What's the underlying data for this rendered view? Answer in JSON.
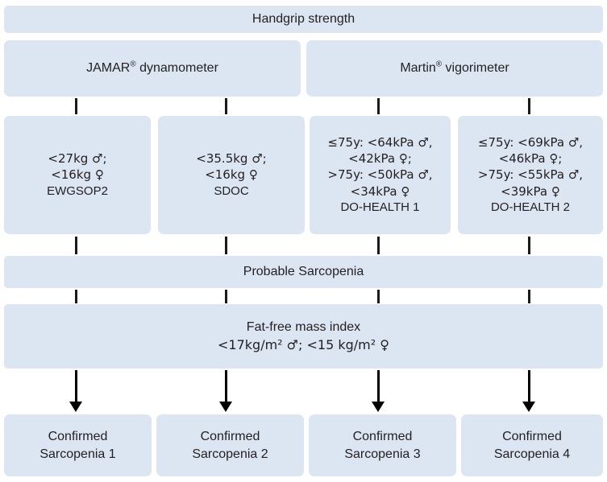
{
  "diagram": {
    "title": "Handgrip strength",
    "colors": {
      "box_fill": "#dce6f2",
      "text": "#231f20",
      "connector": "#000000",
      "page_background": "#ffffff"
    },
    "top": {
      "label": "Handgrip strength"
    },
    "devices": [
      {
        "name": "jamar",
        "label_prefix": "JAMAR",
        "label_mark": "®",
        "label_suffix": " dynamometer"
      },
      {
        "name": "martin",
        "label_prefix": "Martin",
        "label_mark": "®",
        "label_suffix": " vigorimeter"
      }
    ],
    "criteria": [
      {
        "name": "ewgsop2",
        "lines": [
          "<27kg ♂;",
          "<16kg ♀",
          "EWGSOP2"
        ]
      },
      {
        "name": "sdoc",
        "lines": [
          "<35.5kg ♂;",
          "<16kg ♀",
          "SDOC"
        ]
      },
      {
        "name": "do-health-1",
        "lines": [
          "≤75y: <64kPa ♂,",
          "<42kPa ♀;",
          ">75y: <50kPa ♂,",
          "<34kPa ♀",
          "DO-HEALTH 1"
        ]
      },
      {
        "name": "do-health-2",
        "lines": [
          "≤75y: <69kPa ♂,",
          "<46kPa ♀;",
          ">75y: <55kPa ♂,",
          "<39kPa ♀",
          "DO-HEALTH 2"
        ]
      }
    ],
    "probable": {
      "label": "Probable Sarcopenia"
    },
    "ffmi": {
      "line1": "Fat-free mass index",
      "line2": "<17kg/m² ♂; <15 kg/m² ♀"
    },
    "outcomes": [
      {
        "name": "confirmed-1",
        "line1": "Confirmed",
        "line2": "Sarcopenia 1"
      },
      {
        "name": "confirmed-2",
        "line1": "Confirmed",
        "line2": "Sarcopenia 2"
      },
      {
        "name": "confirmed-3",
        "line1": "Confirmed",
        "line2": "Sarcopenia 3"
      },
      {
        "name": "confirmed-4",
        "line1": "Confirmed",
        "line2": "Sarcopenia 4"
      }
    ]
  }
}
